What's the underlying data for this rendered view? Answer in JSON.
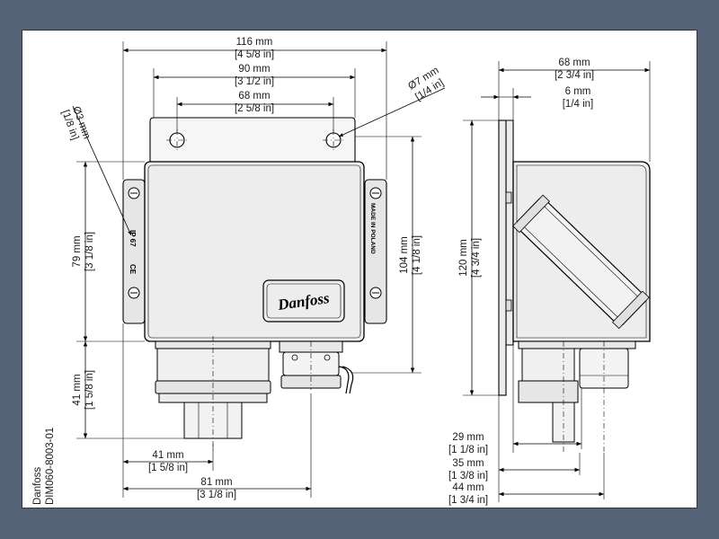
{
  "front_view": {
    "width_116": {
      "mm": "116 mm",
      "in": "[4 5/8 in]"
    },
    "width_90": {
      "mm": "90 mm",
      "in": "[3 1/2 in]"
    },
    "width_68": {
      "mm": "68 mm",
      "in": "[2 5/8 in]"
    },
    "hole_7": {
      "mm": "Ø7 mm",
      "in": "[1/4 in]"
    },
    "hole_3": {
      "mm": "Ø3 mm",
      "in": "[1/8 in]"
    },
    "height_79": {
      "mm": "79 mm",
      "in": "[3 1/8 in]"
    },
    "height_104": {
      "mm": "104 mm",
      "in": "[4 1/8 in]"
    },
    "height_41": {
      "mm": "41 mm",
      "in": "[1 5/8 in]"
    },
    "bottom_41": {
      "mm": "41 mm",
      "in": "[1 5/8 in]"
    },
    "bottom_81": {
      "mm": "81 mm",
      "in": "[3 1/8 in]"
    },
    "left_label_ip": "IP 67",
    "left_label_ce": "CE",
    "right_label": "MADE IN POLAND",
    "logo_text": "Danfoss"
  },
  "side_view": {
    "width_68": {
      "mm": "68 mm",
      "in": "[2 3/4 in]"
    },
    "width_6": {
      "mm": "6 mm",
      "in": "[1/4 in]"
    },
    "height_120": {
      "mm": "120 mm",
      "in": "[4 3/4 in]"
    },
    "bottom_29": {
      "mm": "29 mm",
      "in": "[1 1/8 in]"
    },
    "bottom_35": {
      "mm": "35 mm",
      "in": "[1 3/8 in]"
    },
    "bottom_44": {
      "mm": "44 mm",
      "in": "[1 3/4 in]"
    }
  },
  "title_block": {
    "company": "Danfoss",
    "drawing_number": "DIM060-8003-01"
  },
  "colors": {
    "background": "#566377",
    "sheet": "#ffffff",
    "line": "#000000",
    "housing": "#ededed"
  }
}
